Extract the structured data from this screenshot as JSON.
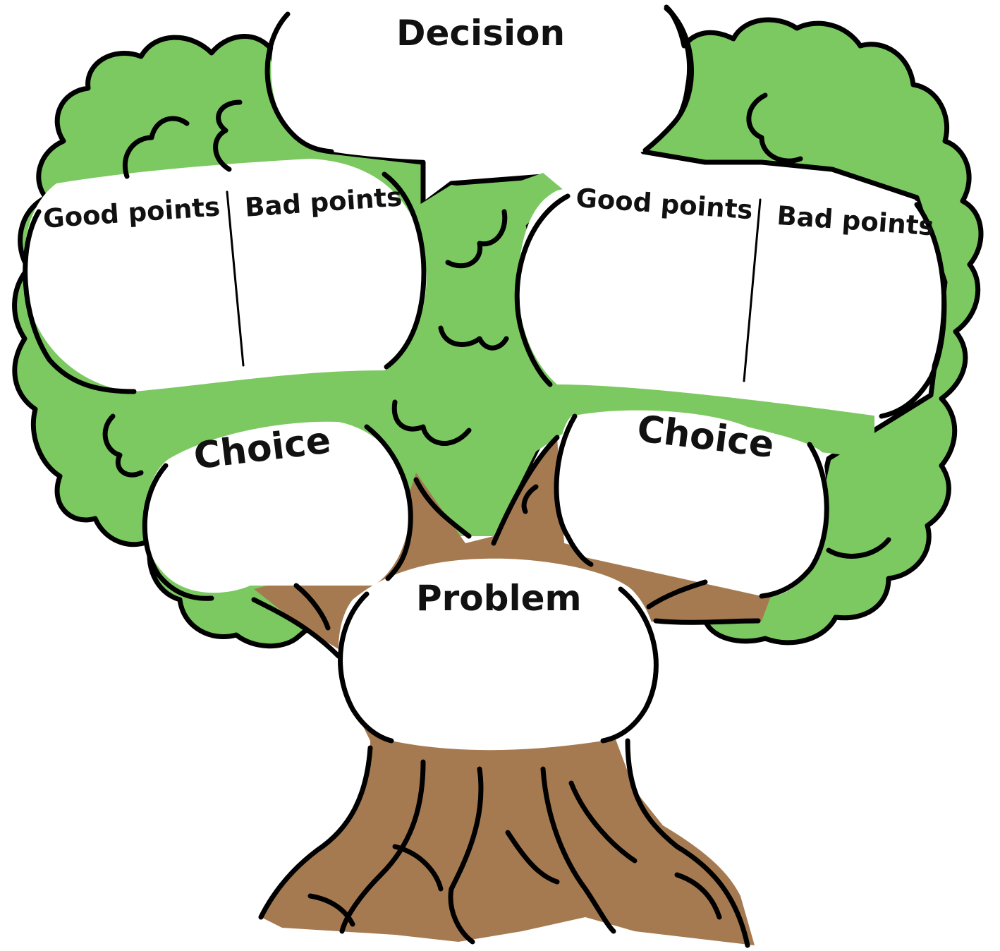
{
  "decision": {
    "label": "Decision"
  },
  "branches": [
    {
      "choice": "Choice",
      "good": "Good points",
      "bad": "Bad points"
    },
    {
      "choice": "Choice",
      "good": "Good points",
      "bad": "Bad points"
    }
  ],
  "problem": {
    "label": "Problem"
  },
  "colors": {
    "foliage": "#7cc961",
    "trunk": "#a67a51",
    "outline": "#000000",
    "bubble": "#ffffff"
  }
}
